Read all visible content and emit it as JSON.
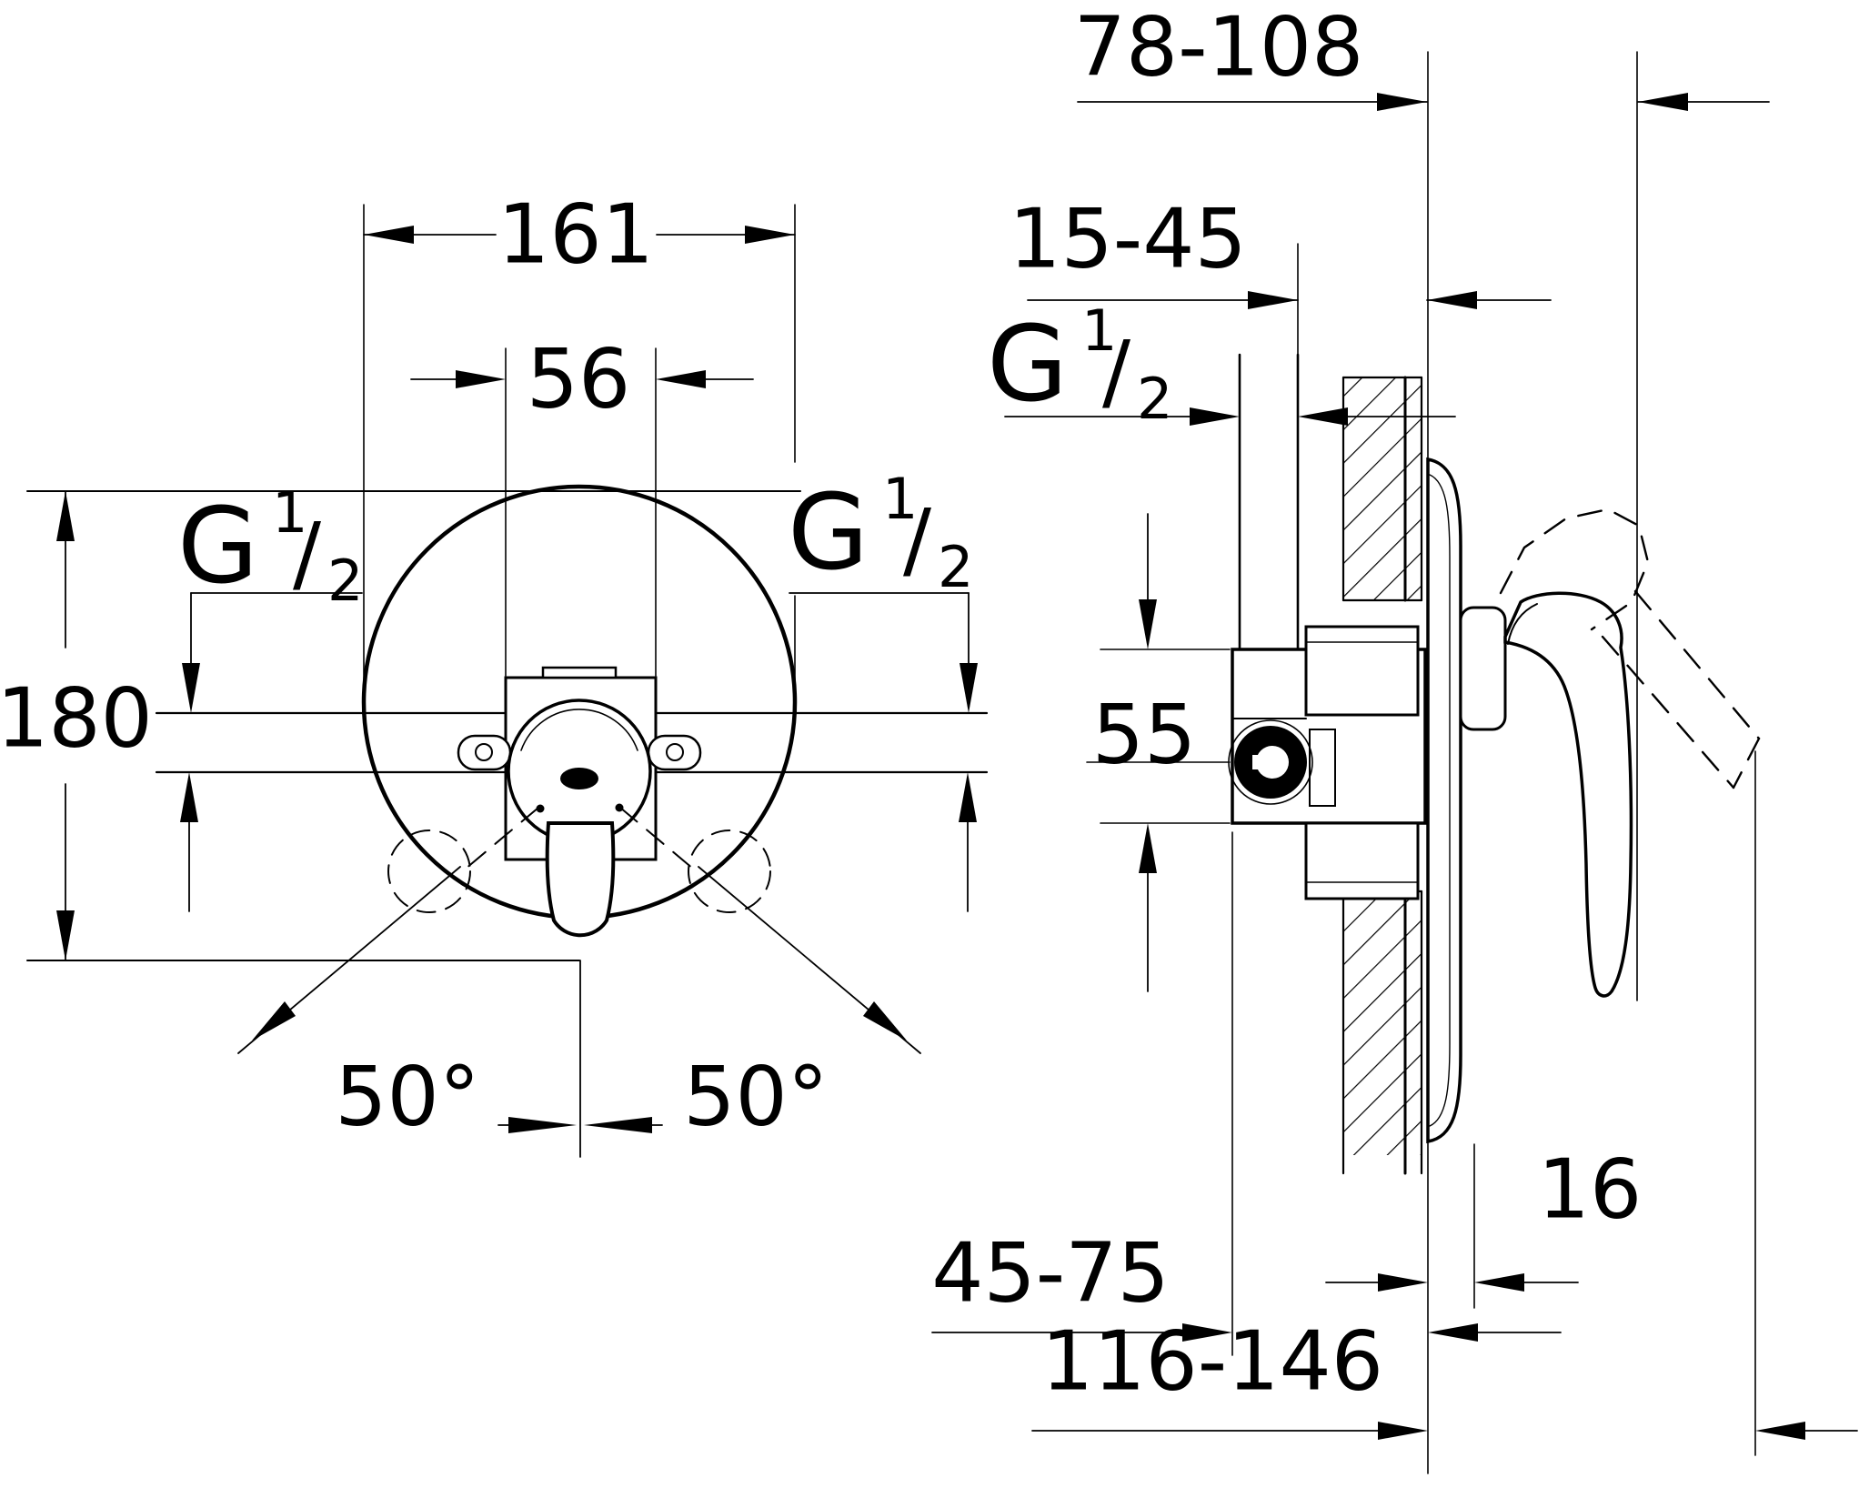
{
  "drawing": {
    "type": "technical-installation-drawing",
    "units": "mm",
    "thread": {
      "main": "G",
      "sup": "1",
      "slash": "/",
      "sub": "2"
    },
    "front": {
      "diameter": "161",
      "plate_width": "56",
      "height": "180",
      "swing_left": "50°",
      "swing_right": "50°"
    },
    "side": {
      "handle_depth": "78-108",
      "pipe_depth": "15-45",
      "body_height": "55",
      "plate_thickness": "16",
      "depth_min": "45-75",
      "depth_max": "116-146"
    }
  }
}
